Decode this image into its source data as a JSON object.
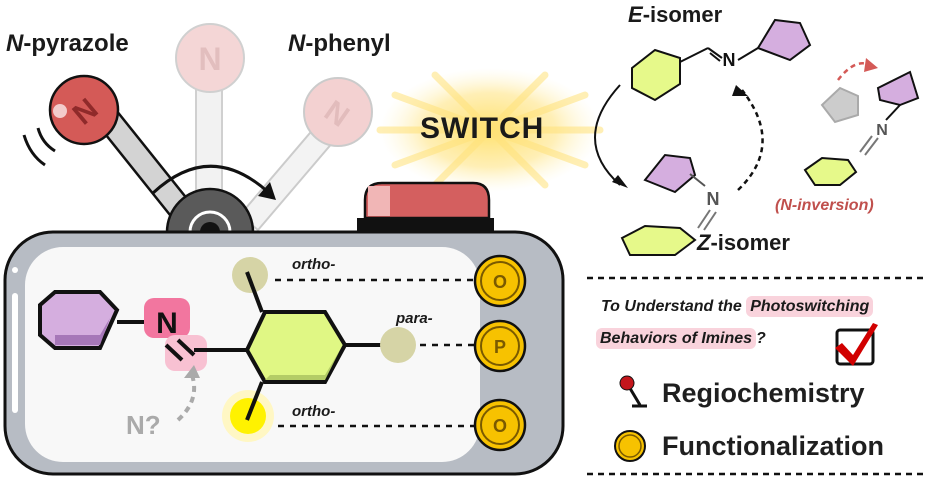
{
  "lever": {
    "left_label_italic": "N",
    "left_label_rest": "-pyrazole",
    "right_label_italic": "N",
    "right_label_rest": "-phenyl",
    "ball_letter": "N",
    "left_ball_color": "#d45a57",
    "faded_ball_color": "#ecb3b3"
  },
  "switch": {
    "label": "SWITCH",
    "button_color": "#d45f5f",
    "glow_color": "#ffe27a"
  },
  "isomers": {
    "e_italic": "E",
    "e_rest": "-isomer",
    "z_italic": "Z",
    "z_rest": "-isomer",
    "atom_label": "N",
    "n_inversion": "(N-inversion)",
    "hexagon_color": "#e6f98a",
    "pentagon_color": "#d5aedf"
  },
  "device": {
    "positions": [
      {
        "label": "ortho-",
        "button": "O"
      },
      {
        "label": "para-",
        "button": "P"
      },
      {
        "label": "ortho-",
        "button": "O"
      }
    ],
    "n_question": "N?",
    "button_color": "#f7c200"
  },
  "summary": {
    "question_part1": "To Understand the ",
    "question_hl1": "Photoswitching",
    "question_hl2": "Behaviors of Imines",
    "question_end": "?",
    "items": [
      {
        "icon": "joystick-icon",
        "label": "Regiochemistry"
      },
      {
        "icon": "coin-button-icon",
        "label": "Functionalization"
      }
    ],
    "highlight_color": "#f9d3dc",
    "check_color": "#d10000"
  }
}
